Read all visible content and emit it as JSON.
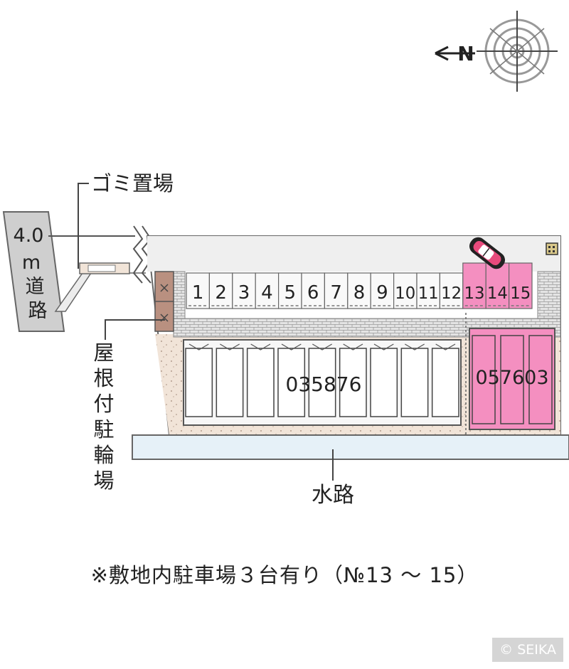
{
  "map": {
    "road_label": [
      "4.0",
      "m",
      "道",
      "路"
    ],
    "garbage_label": "ゴミ置場",
    "bike_label": [
      "屋",
      "根",
      "付",
      "駐",
      "輪",
      "場"
    ],
    "water_label": "水路",
    "building_left_id": "035876",
    "building_right_id": "057603",
    "parking_numbers": [
      "1",
      "2",
      "3",
      "4",
      "5",
      "6",
      "7",
      "8",
      "9",
      "10",
      "11",
      "12",
      "13",
      "14",
      "15"
    ],
    "highlighted_spaces": [
      "13",
      "14",
      "15"
    ],
    "compass_label": "N",
    "colors": {
      "highlight": "#f48fc0",
      "building": "#f7f7f7",
      "water": "#e6f1f8",
      "road": "#cfcfcf",
      "gravel": "#f1e4d8",
      "wall": "#d8d8d8",
      "bike": "#b99080"
    }
  },
  "footer": {
    "note": "※敷地内駐車場３台有り（№13 ～ 15）",
    "copyright": "© SEIKA"
  }
}
